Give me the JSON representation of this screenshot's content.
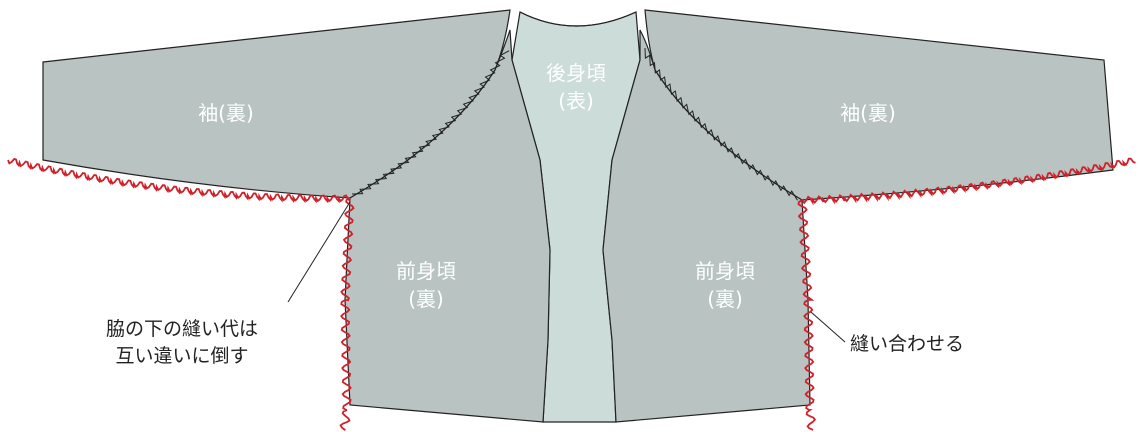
{
  "colors": {
    "fabric_back": "#b8c3c2",
    "fabric_front": "#ccdcd8",
    "outline": "#222222",
    "stitch_red": "#d0202a",
    "label_text": "#ffffff",
    "note_text": "#222222"
  },
  "labels": {
    "left_sleeve": "袖(裏)",
    "right_sleeve": "袖(裏)",
    "back_body_line1": "後身頃",
    "back_body_line2": "(表)",
    "left_front_line1": "前身頃",
    "left_front_line2": "(裏)",
    "right_front_line1": "前身頃",
    "right_front_line2": "(裏)"
  },
  "callouts": {
    "left_line1": "脇の下の縫い代は",
    "left_line2": "互い違いに倒す",
    "right": "縫い合わせる"
  }
}
